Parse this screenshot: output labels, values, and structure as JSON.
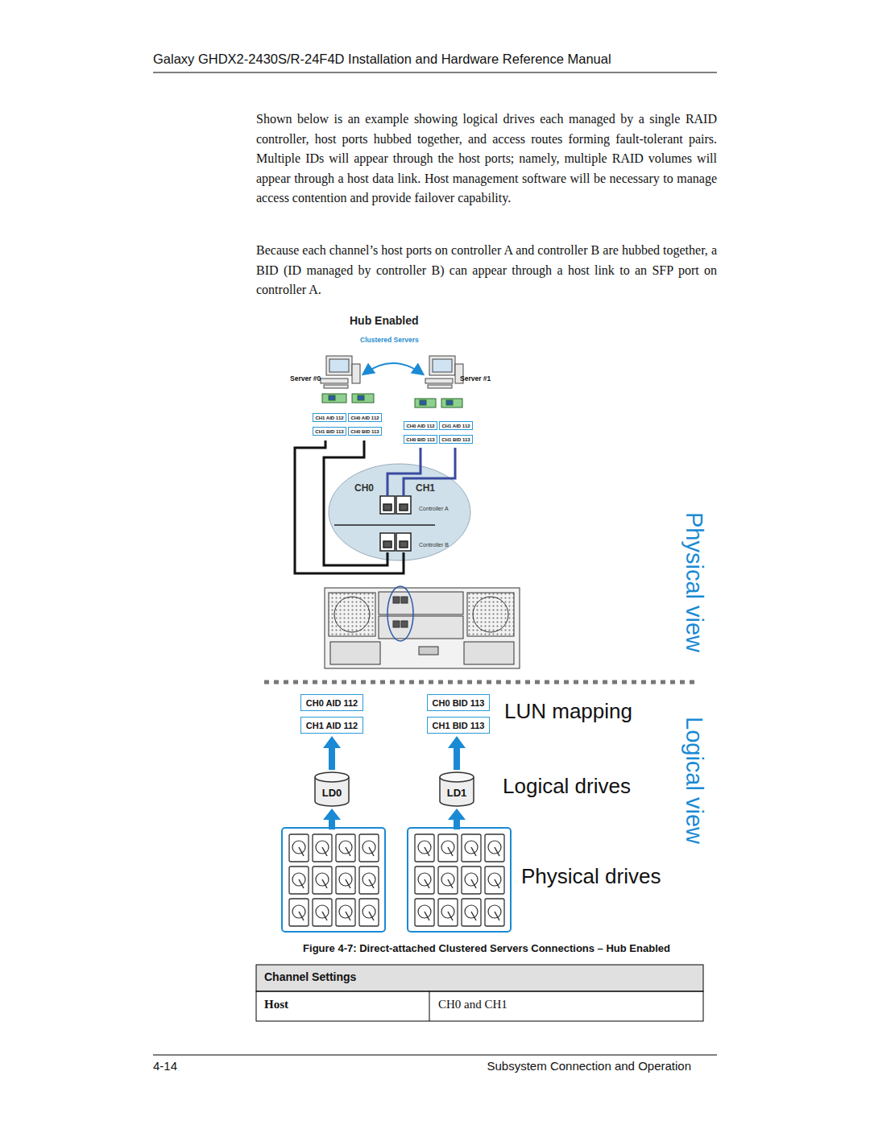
{
  "diagram": {
    "title": "Hub Enabled",
    "caption": "Figure 4-7: Direct-attached Clustered Servers Connections – Hub Enabled",
    "nodes": [
      {
        "text": [
          "CH1 AID 112"
        ]
      },
      {
        "text": [
          "CH0 AID 112"
        ]
      },
      {
        "text": [
          "CH0 AID 112"
        ]
      },
      {
        "text": [
          "CH1 AID 112"
        ]
      },
      {
        "text": [
          "CH1 BID 113"
        ]
      },
      {
        "text": [
          "CH0 BID 113"
        ]
      },
      {
        "text": [
          "CH0 BID 113"
        ]
      },
      {
        "text": [
          "CH1 BID 113"
        ]
      },
      {
        "text": [
          "CH0 AID 112"
        ]
      },
      {
        "text": [
          "CH0 BID 113"
        ]
      },
      {
        "text": [
          "CH1 AID 112"
        ]
      },
      {
        "text": [
          "CH1 BID 113"
        ]
      },
      {
        "text": [
          "LD0"
        ]
      },
      {
        "text": [
          "LD1"
        ]
      }
    ],
    "edges": [
      {
        "from": 12,
        "to": 10,
        "arrow": "to"
      },
      {
        "from": 13,
        "to": 11,
        "arrow": "to"
      }
    ],
    "labels": [
      "Galaxy GHDX2-2430S/R-24F4D Installation and Hardware Reference Manual",
      "Shown below is an example showing logical drives each managed by a single RAID controller, host ports hubbed together, and access routes forming fault-tolerant pairs. Multiple IDs will appear through the host ports; namely, multiple RAID volumes will appear through a host data link. Host management software will be necessary to manage access contention and provide failover capability.",
      "Because each channel’s host ports on controller A and controller B are hubbed together, a BID (ID managed by controller B) can appear through a host link to an SFP port on controller A.",
      "Clustered Servers",
      "Server #0",
      "Server #1",
      "CH0",
      "CH1",
      "Controller A",
      "Controller B",
      "Physical view",
      "LUN mapping",
      "Logical view",
      "Logical drives",
      "Physical drives",
      "Channel Settings",
      "Host",
      "CH0 and CH1",
      "4-14",
      "Subsystem Connection and Operation"
    ]
  }
}
